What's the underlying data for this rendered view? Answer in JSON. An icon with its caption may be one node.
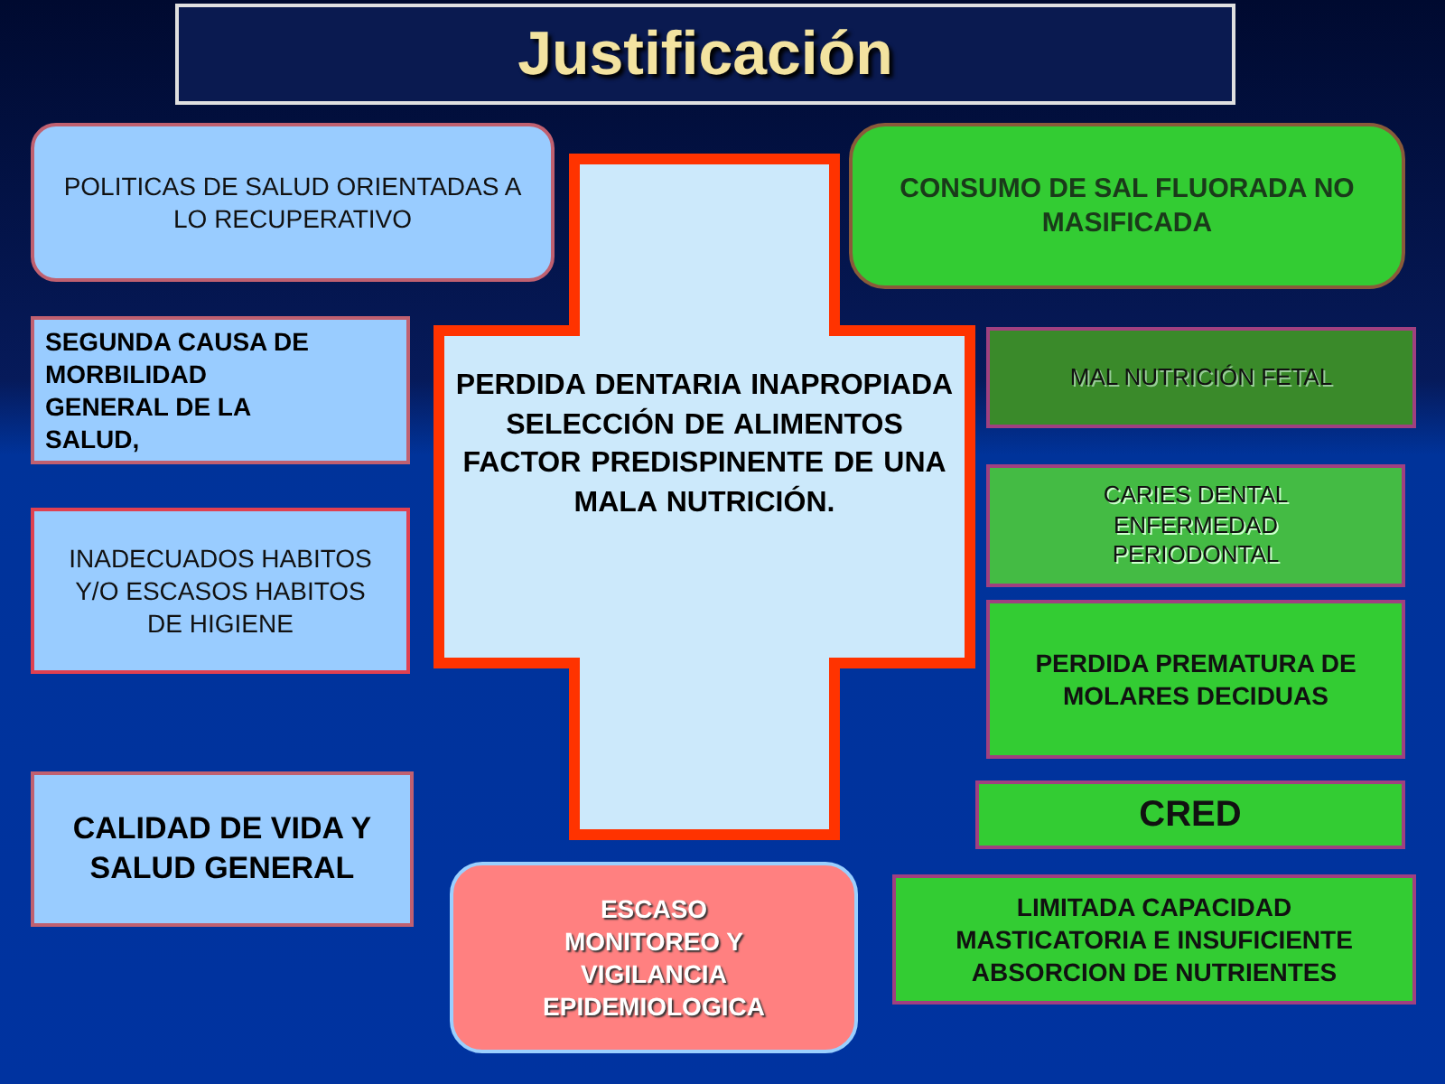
{
  "diagram": {
    "title": "Justificación",
    "nodes": [
      {
        "text": [
          "POLITICAS DE SALUD ORIENTADAS A LO RECUPERATIVO"
        ]
      },
      {
        "text": [
          "CONSUMO DE SAL FLUORADA NO MASIFICADA"
        ]
      },
      {
        "text": [
          "SEGUNDA CAUSA DE MORBILIDAD GENERAL DE LA SALUD,"
        ]
      },
      {
        "text": [
          "PERDIDA DENTARIA INAPROPIADA SELECCIÓN DE ALIMENTOS FACTOR PREDISPINENTE DE UNA MALA NUTRICIÓN."
        ]
      },
      {
        "text": [
          "MAL NUTRICIÓN FETAL"
        ]
      },
      {
        "text": [
          "CARIES DENTAL ENFERMEDAD PERIODONTAL"
        ]
      },
      {
        "text": [
          "INADECUADOS HABITOS Y/O ESCASOS HABITOS DE HIGIENE"
        ]
      },
      {
        "text": [
          "PERDIDA PREMATURA DE MOLARES DECIDUAS"
        ]
      },
      {
        "text": [
          "CALIDAD DE VIDA Y SALUD GENERAL"
        ]
      },
      {
        "text": [
          "CRED"
        ]
      },
      {
        "text": [
          "ESCASO MONITOREO Y VIGILANCIA EPIDEMIOLOGICA"
        ]
      },
      {
        "text": [
          "LIMITADA CAPACIDAD MASTICATORIA E INSUFICIENTE ABSORCION DE NUTRIENTES"
        ]
      }
    ],
    "edges": []
  }
}
